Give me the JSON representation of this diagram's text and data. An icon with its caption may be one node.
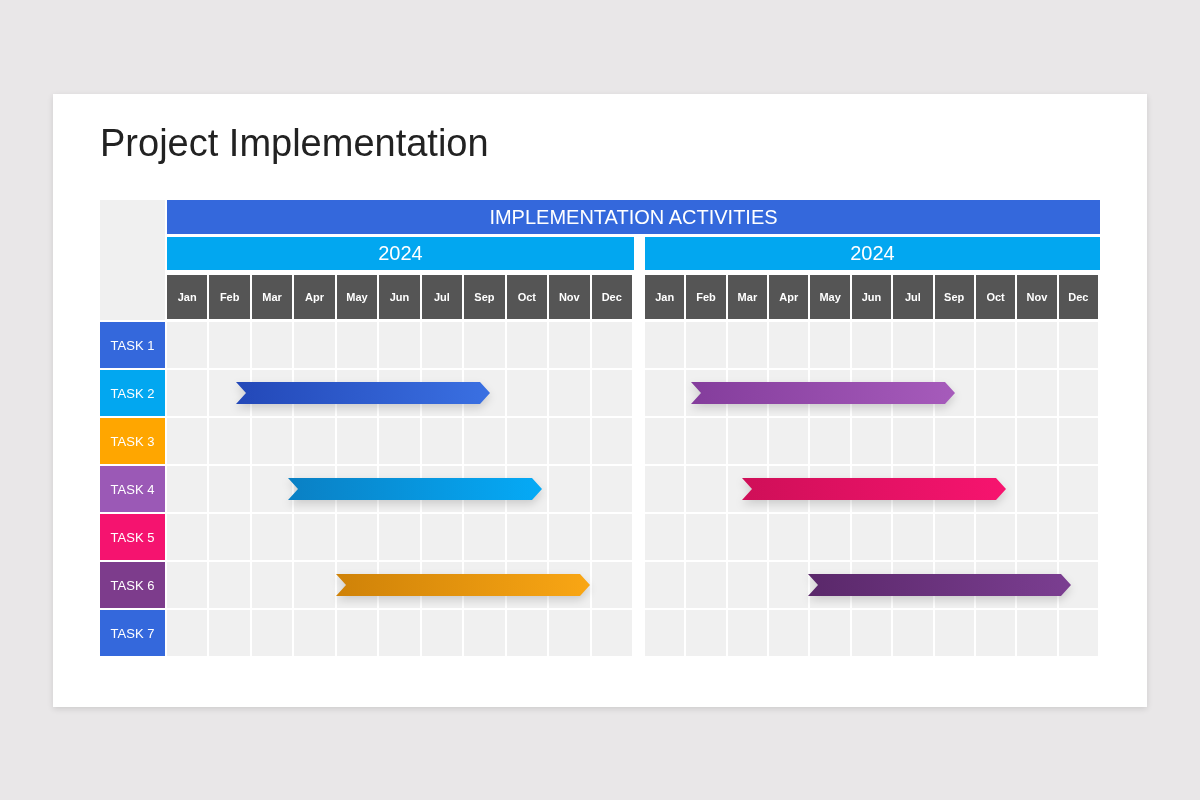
{
  "diagram": {
    "title": "Project Implementation",
    "nodes": [
      {
        "text": [
          "IMPLEMENTATION ACTIVITIES"
        ]
      },
      {
        "text": [
          "2024"
        ]
      },
      {
        "text": [
          "2024"
        ]
      },
      {
        "text": [
          "TASK 1"
        ]
      },
      {
        "text": [
          "TASK 2"
        ]
      },
      {
        "text": [
          "TASK 3"
        ]
      },
      {
        "text": [
          "TASK 4"
        ]
      },
      {
        "text": [
          "TASK 5"
        ]
      },
      {
        "text": [
          "TASK 6"
        ]
      },
      {
        "text": [
          "TASK 7"
        ]
      },
      {
        "text": [],
        "shape": "bar"
      },
      {
        "text": [],
        "shape": "bar"
      },
      {
        "text": [],
        "shape": "bar"
      },
      {
        "text": [],
        "shape": "bar"
      },
      {
        "text": [],
        "shape": "bar"
      },
      {
        "text": [],
        "shape": "bar"
      }
    ],
    "labels": [
      "Jan",
      "Feb",
      "Mar",
      "Apr",
      "May",
      "Jun",
      "Jul",
      "Sep",
      "Oct",
      "Nov",
      "Dec",
      "Jan",
      "Feb",
      "Mar",
      "Apr",
      "May",
      "Jun",
      "Jul",
      "Sep",
      "Oct",
      "Nov",
      "Dec"
    ]
  }
}
